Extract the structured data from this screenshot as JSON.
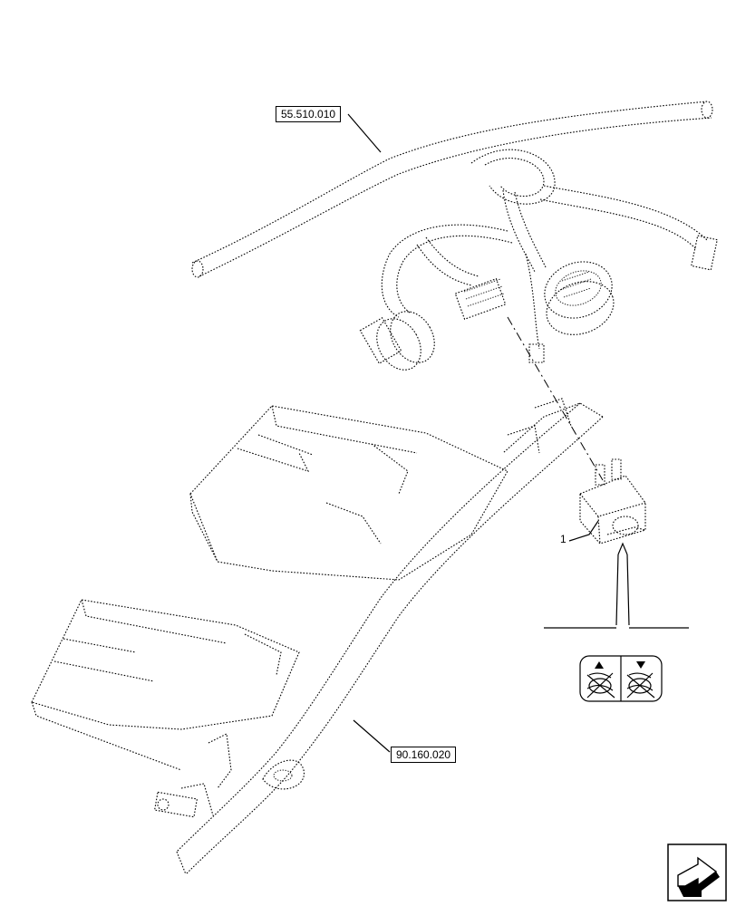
{
  "labels": {
    "harness_ref": "55.510.010",
    "mudguard_ref": "90.160.020",
    "item_callout": "1"
  },
  "icons": {
    "switch_symbol_left": "suspension-raise-icon",
    "switch_symbol_right": "suspension-lower-icon",
    "navigation": "back-arrow-icon"
  }
}
